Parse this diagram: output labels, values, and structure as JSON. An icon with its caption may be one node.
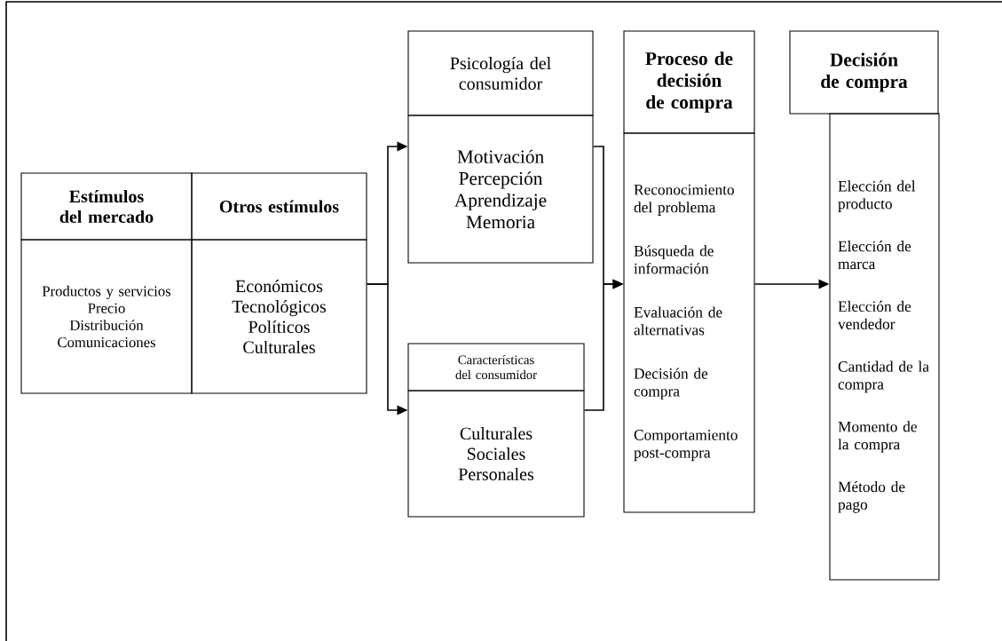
{
  "diagram": {
    "nodes": [
      {
        "text": [
          "Estímulos del mercado",
          "Productos y servicios",
          "Precio",
          "Distribución",
          "Comunicaciones"
        ]
      },
      {
        "text": [
          "Otros estímulos",
          "Económicos",
          "Tecnológicos",
          "Políticos",
          "Culturales"
        ]
      },
      {
        "text": [
          "Psicología del consumidor",
          "Motivación",
          "Percepción",
          "Aprendizaje",
          "Memoria"
        ]
      },
      {
        "text": [
          "Características del consumidor",
          "Culturales",
          "Sociales",
          "Personales"
        ]
      },
      {
        "text": [
          "Proceso de decisión de compra",
          "Reconocimiento del problema",
          "Búsqueda de información",
          "Evaluación de alternativas",
          "Decisión de compra",
          "Comportamiento post-compra"
        ]
      },
      {
        "text": [
          "Decisión de compra",
          "Elección del producto",
          "Elección de marca",
          "Elección de vendedor",
          "Cantidad de la compra",
          "Momento de la compra",
          "Método de pago"
        ]
      }
    ],
    "edges": [
      {
        "from": 1,
        "to": 2,
        "arrow": "to"
      },
      {
        "from": 1,
        "to": 3,
        "arrow": "to"
      },
      {
        "from": 2,
        "to": 4,
        "arrow": "to"
      },
      {
        "from": 3,
        "to": 4,
        "arrow": "to"
      },
      {
        "from": 4,
        "to": 5,
        "arrow": "to"
      }
    ]
  }
}
